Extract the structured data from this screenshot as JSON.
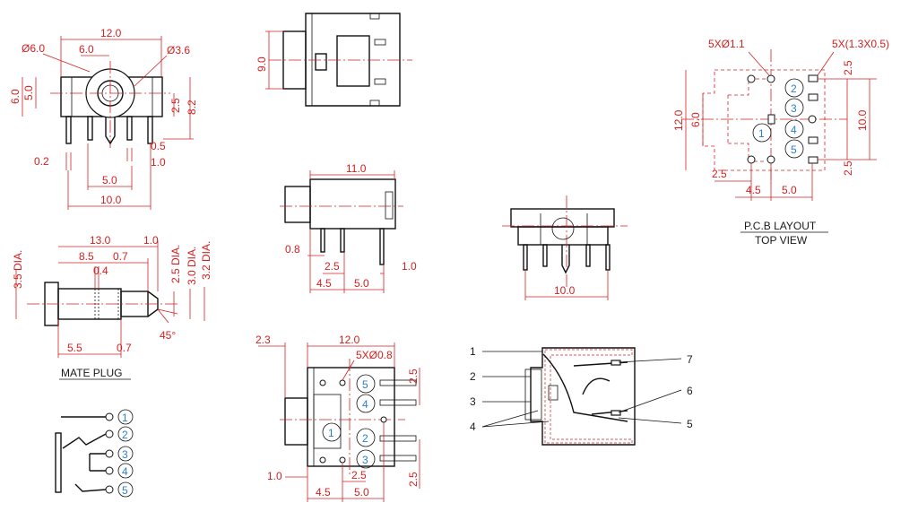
{
  "front": {
    "w12": "12.0",
    "w6": "6.0",
    "dia6": "Ø6.0",
    "dia36": "Ø3.6",
    "h5": "5.0",
    "h6": "6.0",
    "h25": "2.5",
    "h82": "8.2",
    "p05": "0.5",
    "p02": "0.2",
    "p10": "1.0",
    "w5": "5.0",
    "w10": "10.0"
  },
  "top": {
    "h9": "9.0"
  },
  "side": {
    "w11": "11.0",
    "d08": "0.8",
    "d25": "2.5",
    "d10": "1.0",
    "d45": "4.5",
    "d50": "5.0"
  },
  "mid": {
    "w10": "10.0"
  },
  "pcb": {
    "holes": "5XØ1.1",
    "slots": "5X(1.3X0.5)",
    "h12": "12.0",
    "h6": "6.0",
    "h10": "10.0",
    "t25": "2.5",
    "b25": "2.5",
    "l25": "2.5",
    "d45": "4.5",
    "d50": "5.0",
    "title": "P.C.B  LAYOUT",
    "subtitle": "TOP  VIEW",
    "pins": [
      "1",
      "2",
      "3",
      "4",
      "5"
    ]
  },
  "plug": {
    "d35": "3.5 DIA.",
    "w13": "13.0",
    "w10": "1.0",
    "w85": "8.5",
    "w07": "0.7",
    "w04": "0.4",
    "d25": "2.5 DIA.",
    "d30": "3.0 DIA.",
    "d32": "3.2 DIA.",
    "w55": "5.5",
    "b07": "0.7",
    "ang": "45°",
    "caption": "MATE  PLUG"
  },
  "bottom": {
    "l23": "2.3",
    "w12": "12.0",
    "holes": "5XØ0.8",
    "r25a": "2.5",
    "r25b": "2.5",
    "d10": "1.0",
    "d25": "2.5",
    "d45": "4.5",
    "d50": "5.0",
    "pins": [
      "5",
      "4",
      "1",
      "2",
      "3"
    ]
  },
  "section": {
    "callouts": [
      "1",
      "2",
      "3",
      "4",
      "7",
      "6",
      "5"
    ]
  },
  "schematic": {
    "pins": [
      "1",
      "2",
      "3",
      "4",
      "5"
    ]
  }
}
